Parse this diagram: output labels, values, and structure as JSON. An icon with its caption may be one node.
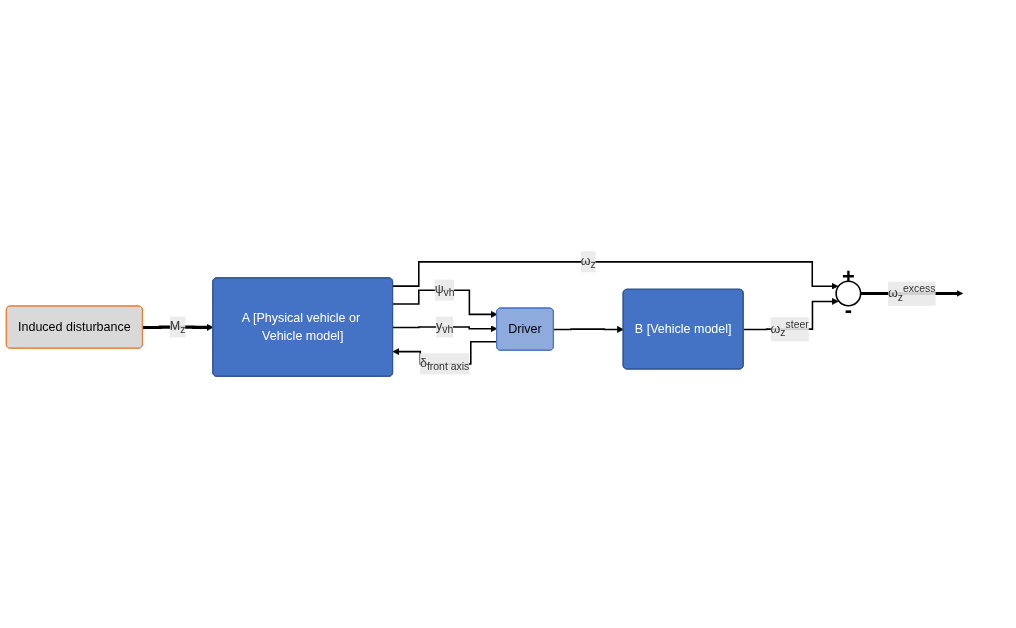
{
  "diagram": {
    "nodes": [
      {
        "text": [
          "Induced disturbance"
        ]
      },
      {
        "text": [
          "A [Physical vehicle or Vehicle model]"
        ]
      },
      {
        "text": [
          "Driver"
        ]
      },
      {
        "text": [
          "+",
          "-"
        ]
      },
      {
        "text": [
          "B [Vehicle model]"
        ]
      }
    ],
    "edges": [
      {
        "from": 0,
        "to": 1,
        "arrow": "to",
        "label": "M$_{z}$",
        "style": "thick"
      },
      {
        "from": 1,
        "to": 3,
        "arrow": "to",
        "label": "ω$_{z}$"
      },
      {
        "from": 1,
        "to": 2,
        "arrow": "to",
        "label": "ψ$_{vh}$"
      },
      {
        "from": 1,
        "to": 2,
        "arrow": "to",
        "label": "y$_{vh}$"
      },
      {
        "from": 2,
        "to": 1,
        "arrow": "to",
        "label": "δ$_{front axis}$"
      },
      {
        "from": 2,
        "to": 4,
        "arrow": "to"
      },
      {
        "from": 4,
        "to": 3,
        "arrow": "to",
        "label": "ω$_{z}$$^{steer}$"
      },
      {
        "from": 3,
        "to": null,
        "arrow": "to",
        "label": "ω$_{z}$$^{excess}$",
        "style": "thick"
      }
    ]
  }
}
